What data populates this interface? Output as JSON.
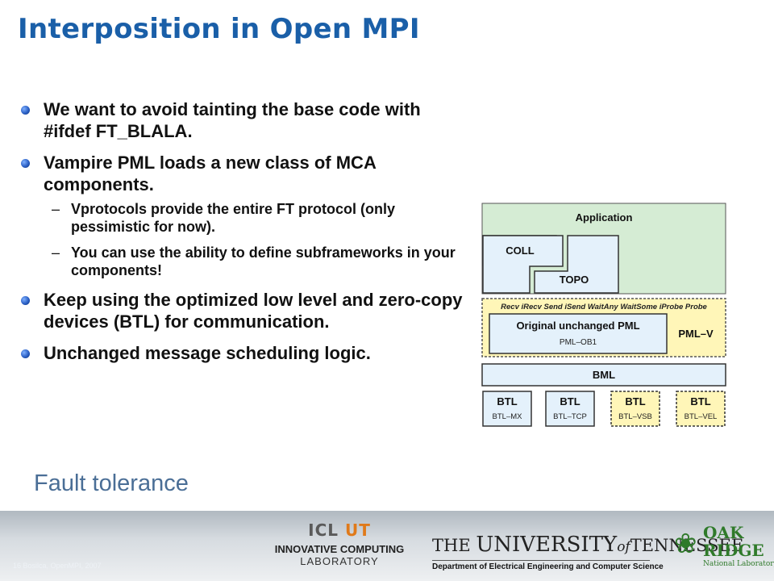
{
  "slide": {
    "title": "Interposition in Open MPI",
    "section_label": "Fault tolerance",
    "bullets": [
      {
        "text": "We want to avoid tainting the base code with #ifdef FT_BLALA.",
        "sub": []
      },
      {
        "text": "Vampire PML loads a new class of MCA components.",
        "sub": [
          "Vprotocols provide the entire FT protocol (only pessimistic for now).",
          "You can use the ability to define subframeworks in your components!"
        ]
      },
      {
        "text": "Keep using the optimized low level and zero-copy devices (BTL) for communication.",
        "sub": []
      },
      {
        "text": "Unchanged message scheduling logic.",
        "sub": []
      }
    ]
  },
  "diagram": {
    "application": "Application",
    "coll": "COLL",
    "topo": "TOPO",
    "pmlv_calls": "Recv iRecv Send iSend WaitAny WaitSome iProbe Probe",
    "original_pml": "Original unchanged PML",
    "pml_ob1": "PML–OB1",
    "pml_v": "PML–V",
    "bml": "BML",
    "btls": [
      {
        "label": "BTL",
        "sub": "BTL–MX",
        "highlighted": false
      },
      {
        "label": "BTL",
        "sub": "BTL–TCP",
        "highlighted": false
      },
      {
        "label": "BTL",
        "sub": "BTL–VSB",
        "highlighted": true
      },
      {
        "label": "BTL",
        "sub": "BTL–VEL",
        "highlighted": true
      }
    ],
    "colors": {
      "app_fill": "#d5ecd4",
      "blue_fill": "#e4f1fb",
      "yellow_fill": "#fff6b8",
      "stroke": "#333333"
    }
  },
  "footer": {
    "small_text": "16 Bosilca, OpenMPI, 2007",
    "icl_logo": "ICL",
    "icl_logo_ut": "UT",
    "icl_line1": "INNOVATIVE COMPUTING",
    "icl_line2": "LABORATORY",
    "utk_the": "THE ",
    "utk_university": "UNIVERSITY",
    "utk_of": "of",
    "utk_tennessee": "TENNESSEE",
    "utk_dept": "Department of Electrical Engineering and Computer Science",
    "ornl_line1": "OAK",
    "ornl_line2": "RIDGE",
    "ornl_line3": "National Laboratory"
  }
}
